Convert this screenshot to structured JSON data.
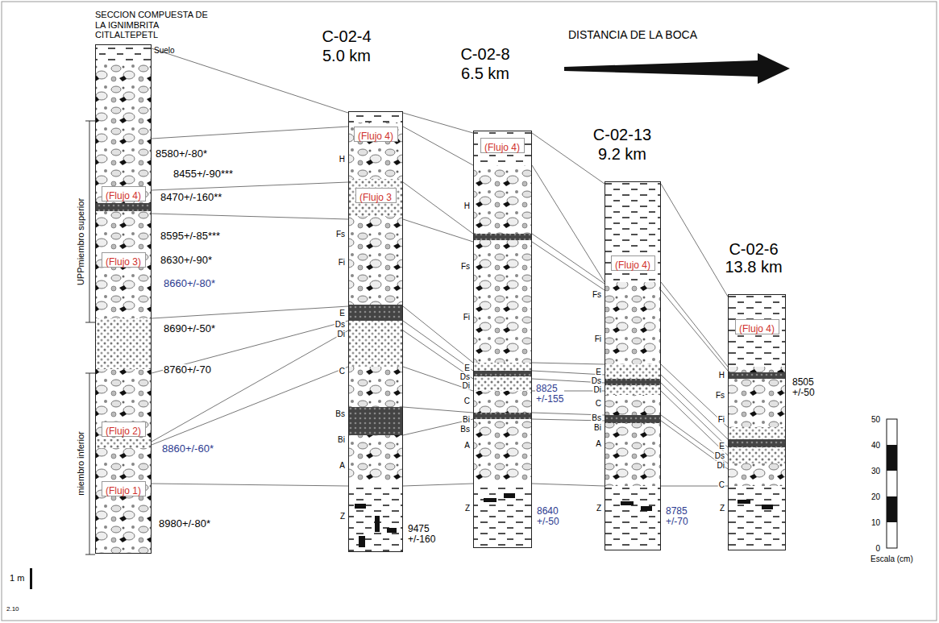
{
  "diagram": {
    "nodes": [
      {
        "text": [
          "SECCION COMPUESTA DE LA IGNIMBRITA CITLALTEPETL"
        ]
      },
      {
        "text": [
          "(Flujo 4)"
        ],
        "in": 0
      },
      {
        "text": [
          "(Flujo 3)"
        ],
        "in": 0
      },
      {
        "text": [
          "(Flujo 2)"
        ],
        "in": 0
      },
      {
        "text": [
          "(Flujo 1)"
        ],
        "in": 0
      },
      {
        "text": [
          "C-02-4",
          "5.0 km"
        ]
      },
      {
        "text": [
          "(Flujo 4)"
        ],
        "in": 5
      },
      {
        "text": [
          "(Flujo 3"
        ],
        "in": 5
      },
      {
        "text": [
          "C-02-8",
          "6.5 km"
        ]
      },
      {
        "text": [
          "(Flujo 4)"
        ],
        "in": 8
      },
      {
        "text": [
          "C-02-13",
          "9.2 km"
        ]
      },
      {
        "text": [
          "(Flujo 4)"
        ],
        "in": 10
      },
      {
        "text": [
          "C-02-6",
          "13.8 km"
        ]
      },
      {
        "text": [
          "(Flujo 4)"
        ],
        "in": 12
      }
    ],
    "edges": [
      {
        "from": 0,
        "to": 5,
        "arrow": "none"
      },
      {
        "from": 0,
        "to": 5,
        "arrow": "none"
      },
      {
        "from": 0,
        "to": 5,
        "arrow": "none"
      },
      {
        "from": 0,
        "to": 5,
        "arrow": "none"
      },
      {
        "from": 0,
        "to": 5,
        "arrow": "none"
      },
      {
        "from": 0,
        "to": 5,
        "arrow": "none"
      },
      {
        "from": 0,
        "to": 5,
        "arrow": "none"
      },
      {
        "from": 0,
        "to": 5,
        "arrow": "none"
      },
      {
        "from": 0,
        "to": 5,
        "arrow": "none"
      },
      {
        "from": 5,
        "to": 8,
        "arrow": "none"
      },
      {
        "from": 5,
        "to": 8,
        "arrow": "none"
      },
      {
        "from": 5,
        "to": 8,
        "arrow": "none"
      },
      {
        "from": 5,
        "to": 8,
        "arrow": "none"
      },
      {
        "from": 5,
        "to": 8,
        "arrow": "none"
      },
      {
        "from": 5,
        "to": 8,
        "arrow": "none"
      },
      {
        "from": 5,
        "to": 8,
        "arrow": "none"
      },
      {
        "from": 5,
        "to": 8,
        "arrow": "none"
      },
      {
        "from": 5,
        "to": 8,
        "arrow": "none"
      },
      {
        "from": 5,
        "to": 8,
        "arrow": "none"
      },
      {
        "from": 5,
        "to": 8,
        "arrow": "none"
      },
      {
        "from": 8,
        "to": 10,
        "arrow": "none"
      },
      {
        "from": 8,
        "to": 10,
        "arrow": "none"
      },
      {
        "from": 8,
        "to": 10,
        "arrow": "none"
      },
      {
        "from": 8,
        "to": 10,
        "arrow": "none"
      },
      {
        "from": 8,
        "to": 10,
        "arrow": "none"
      },
      {
        "from": 8,
        "to": 10,
        "arrow": "none"
      },
      {
        "from": 8,
        "to": 10,
        "arrow": "none"
      },
      {
        "from": 8,
        "to": 10,
        "arrow": "none"
      },
      {
        "from": 8,
        "to": 10,
        "arrow": "none"
      },
      {
        "from": 8,
        "to": 10,
        "arrow": "none"
      },
      {
        "from": 8,
        "to": 10,
        "arrow": "none"
      },
      {
        "from": 10,
        "to": 12,
        "arrow": "none"
      },
      {
        "from": 10,
        "to": 12,
        "arrow": "none"
      },
      {
        "from": 10,
        "to": 12,
        "arrow": "none"
      },
      {
        "from": 10,
        "to": 12,
        "arrow": "none"
      },
      {
        "from": 10,
        "to": 12,
        "arrow": "none"
      },
      {
        "from": 10,
        "to": 12,
        "arrow": "none"
      },
      {
        "from": 10,
        "to": 12,
        "arrow": "none"
      },
      {
        "from": 10,
        "to": 12,
        "arrow": "none"
      },
      {
        "from": 10,
        "to": 12,
        "arrow": "none"
      },
      {
        "from": 10,
        "to": 12,
        "arrow": "none"
      }
    ],
    "labels": [
      "DISTANCIA DE LA BOCA",
      "Suelo",
      "8580+/-80*",
      "8455+/-90***",
      "8470+/-160**",
      "8595+/-85***",
      "8630+/-90*",
      "8660+/-80*",
      "8690+/-50*",
      "8760+/-70",
      "8860+/-60*",
      "8980+/-80*",
      "UPPmiembro superior",
      "miembro inferior",
      "H",
      "Fs",
      "Fi",
      "E",
      "Ds",
      "Di",
      "C",
      "Bs",
      "Bi",
      "A",
      "Z",
      "9475 +/-160",
      "H",
      "Fs",
      "Fi",
      "E",
      "Ds",
      "Di",
      "C",
      "Bi",
      "Bs",
      "A",
      "Z",
      "8825 +/-155",
      "8640 +/-50",
      "Fs",
      "Fi",
      "E",
      "Ds",
      "Di",
      "C",
      "Bs",
      "Bi",
      "A",
      "Z",
      "8785 +/-70",
      "H",
      "Fs",
      "Fi",
      "E",
      "Ds",
      "Di",
      "C",
      "Z",
      "8505 +/-50",
      "50",
      "40",
      "30",
      "20",
      "10",
      "0",
      "Escala (cm)",
      "1 m",
      "2.10"
    ]
  }
}
